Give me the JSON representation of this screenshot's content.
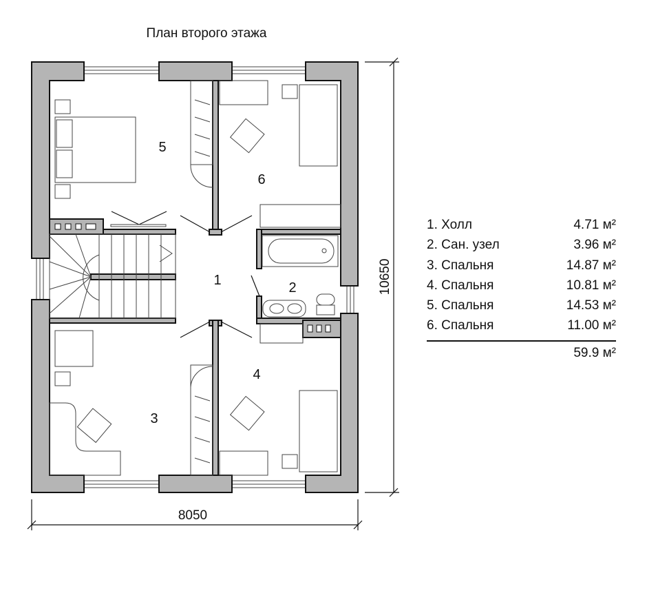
{
  "title": "План второго этажа",
  "rooms": [
    {
      "number": "1",
      "name": "Холл",
      "area": "4.71 м²"
    },
    {
      "number": "2",
      "name": "Сан. узел",
      "area": "3.96 м²"
    },
    {
      "number": "3",
      "name": "Спальня",
      "area": "14.87 м²"
    },
    {
      "number": "4",
      "name": "Спальня",
      "area": "10.81 м²"
    },
    {
      "number": "5",
      "name": "Спальня",
      "area": "14.53 м²"
    },
    {
      "number": "6",
      "name": "Спальня",
      "area": "11.00 м²"
    }
  ],
  "legend": [
    {
      "label": "1. Холл",
      "area": "4.71 м²"
    },
    {
      "label": "2. Сан. узел",
      "area": "3.96 м²"
    },
    {
      "label": "3. Спальня",
      "area": "14.87 м²"
    },
    {
      "label": "4. Спальня",
      "area": "10.81 м²"
    },
    {
      "label": "5. Спальня",
      "area": "14.53 м²"
    },
    {
      "label": "6. Спальня",
      "area": "11.00 м²"
    }
  ],
  "total_area": "59.9 м²",
  "dimensions": {
    "width": "8050",
    "height": "10650"
  }
}
